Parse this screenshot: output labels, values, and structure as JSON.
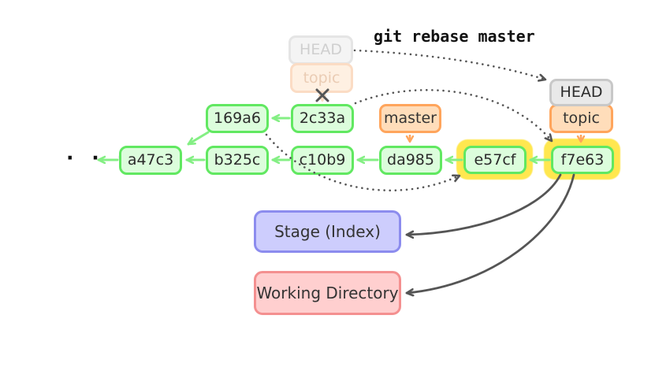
{
  "command": "git rebase master",
  "ellipsis": "· · ·",
  "old_ref": {
    "head_label": "HEAD",
    "branch_label": "topic"
  },
  "new_ref": {
    "head_label": "HEAD",
    "branch_label": "topic"
  },
  "master_label": "master",
  "commits": {
    "topic_old": [
      {
        "id": "169a6"
      },
      {
        "id": "2c33a"
      }
    ],
    "mainline": [
      {
        "id": "a47c3"
      },
      {
        "id": "b325c"
      },
      {
        "id": "c10b9"
      },
      {
        "id": "da985"
      }
    ],
    "rebased": [
      {
        "id": "e57cf"
      },
      {
        "id": "f7e63"
      }
    ]
  },
  "areas": {
    "stage_label": "Stage (Index)",
    "working_label": "Working Directory"
  },
  "colors": {
    "commit_fill": "#dcfddc",
    "commit_border": "#61e861",
    "arrow_green": "#84ef84",
    "branch_fill": "#ffddba",
    "branch_border": "#ffa55c",
    "head_fill": "#e9e9e9",
    "head_border": "#c8c8c8",
    "ghost_head_fill": "#f4f4f4",
    "ghost_branch_fill": "#fef0e2",
    "highlight_yellow": "#ffe74f",
    "stage_fill": "#cdcdfd",
    "stage_border": "#8c8cee",
    "working_fill": "#ffcfcf",
    "working_border": "#f49090",
    "arrow_dark": "#555555"
  }
}
